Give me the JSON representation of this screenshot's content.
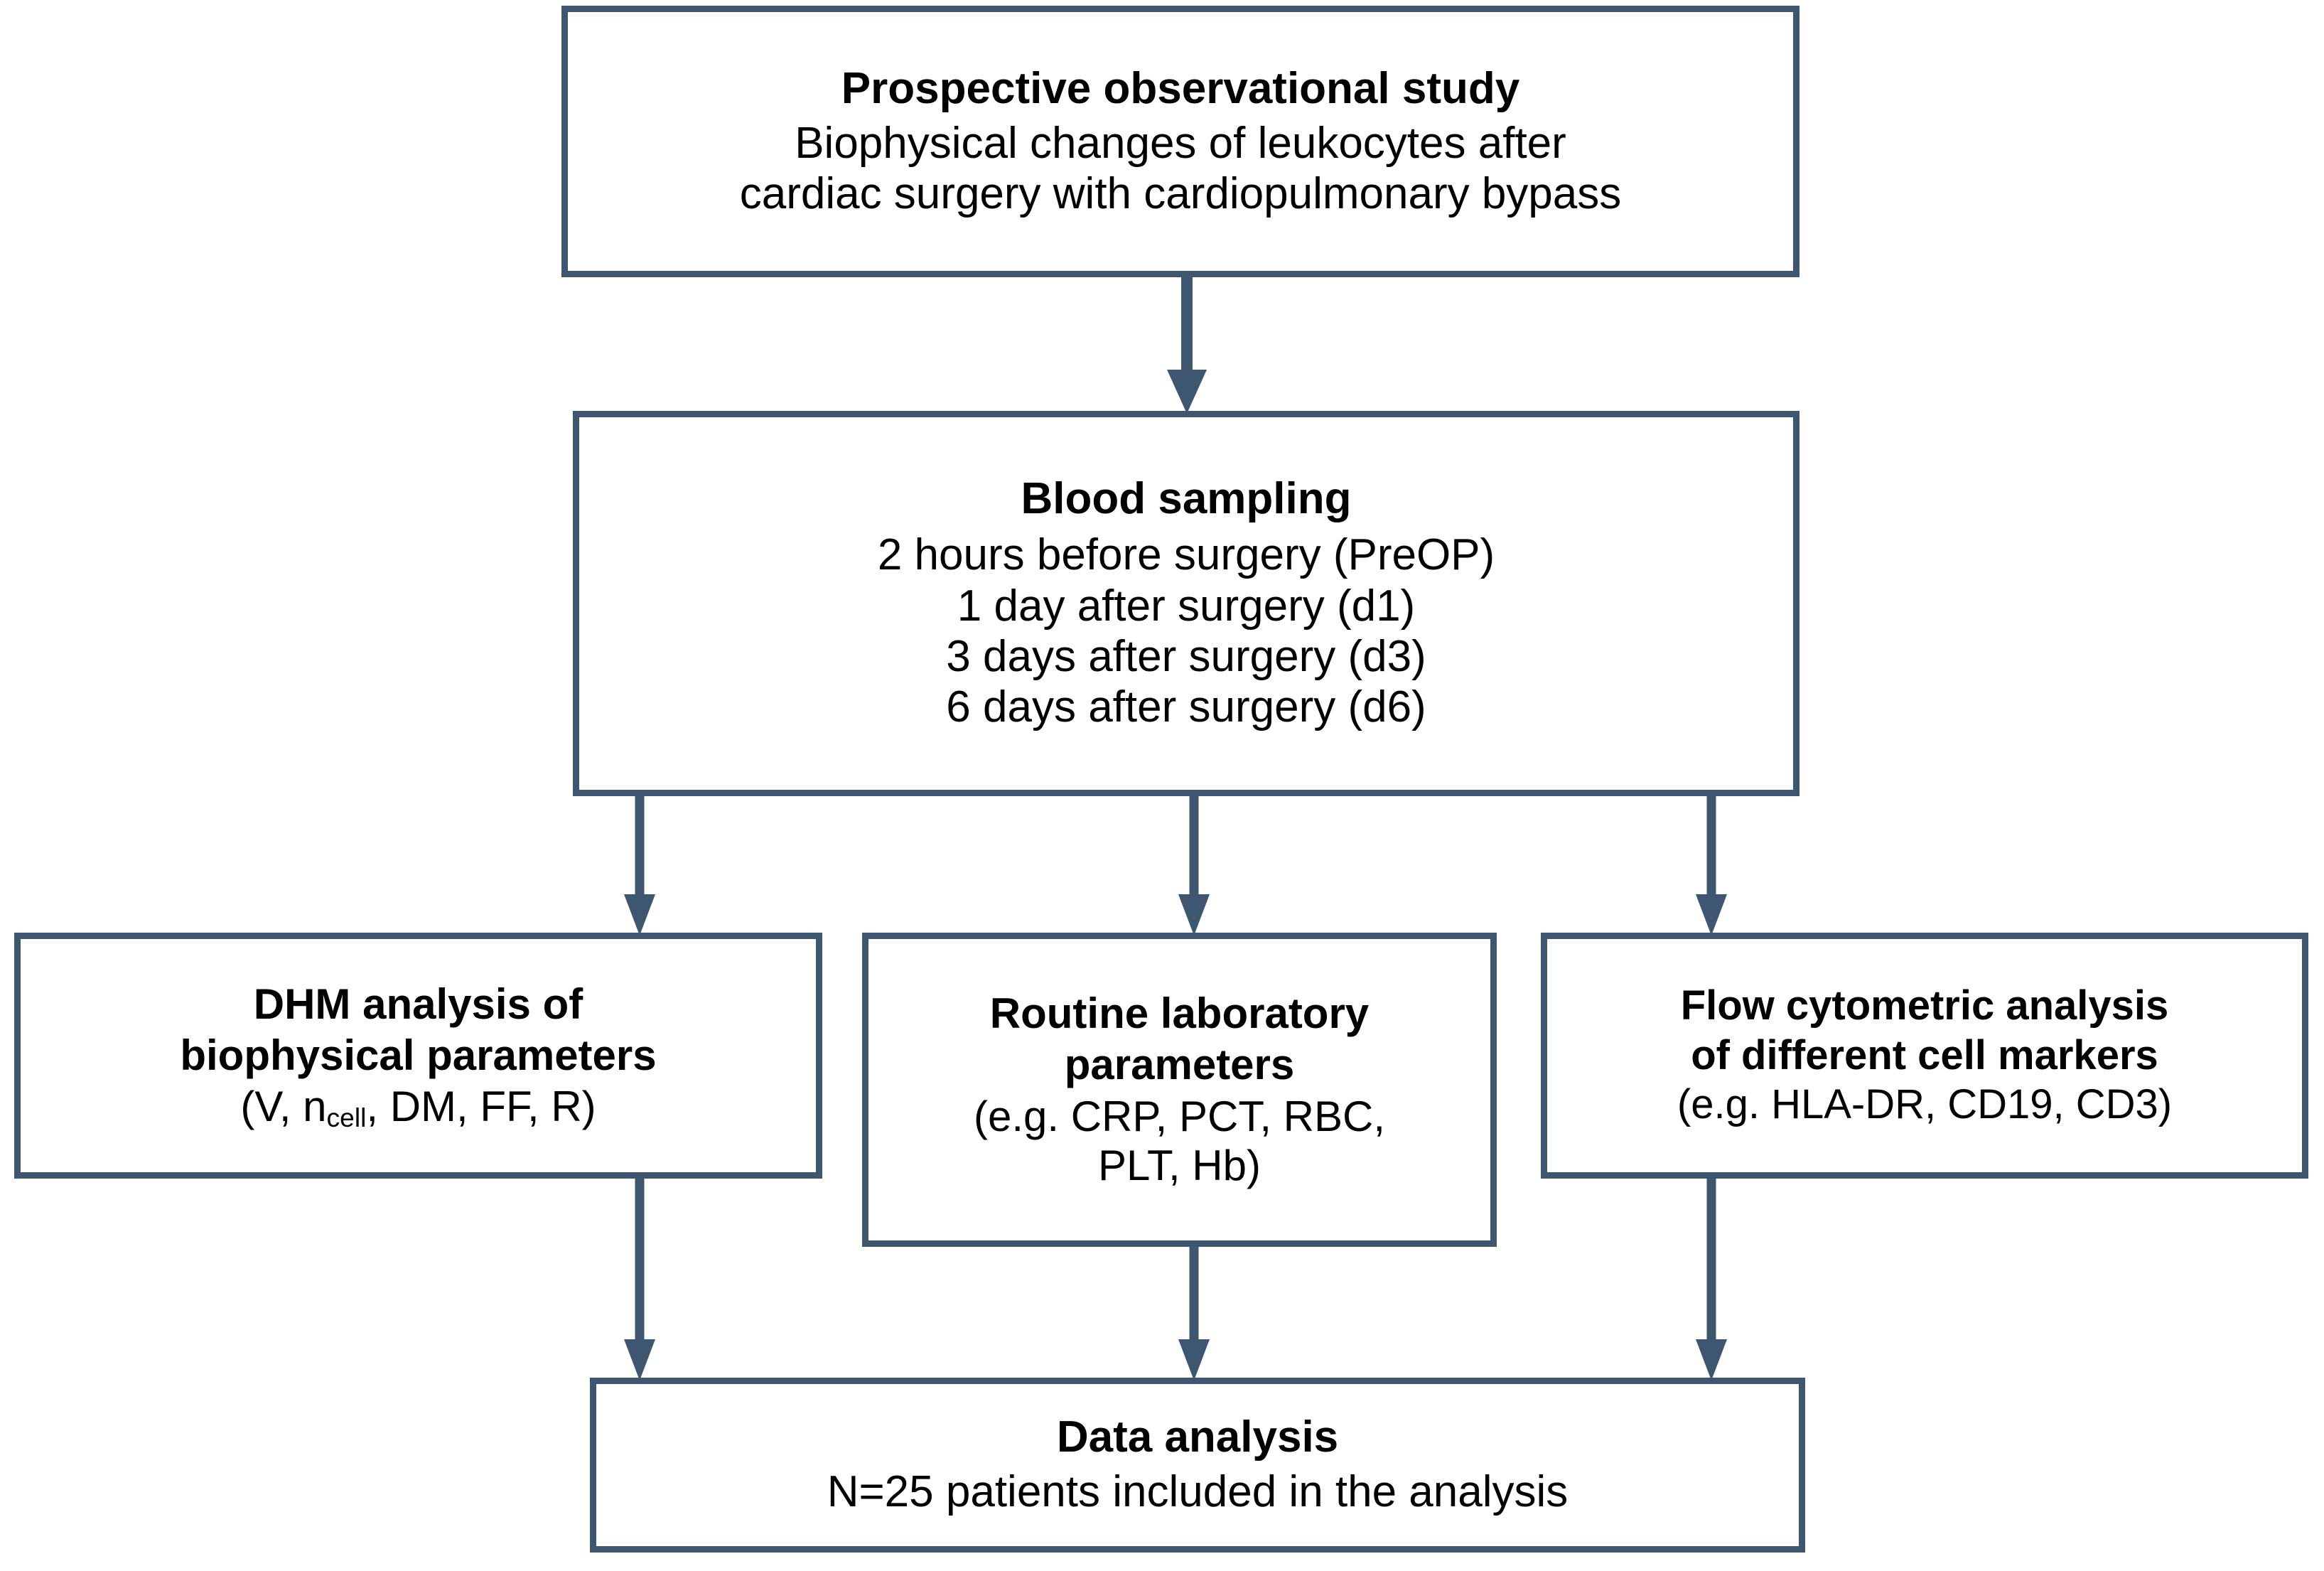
{
  "diagram": {
    "type": "flowchart",
    "accent_color": "#3E5670",
    "background_color": "#FFFFFF",
    "text_color": "#000000",
    "nodes": {
      "study": {
        "title": "Prospective observational study",
        "lines": [
          "Biophysical changes of leukocytes after",
          "cardiac surgery with cardiopulmonary bypass"
        ]
      },
      "sampling": {
        "title": "Blood sampling",
        "lines": [
          "2 hours before surgery (PreOP)",
          "1 day after surgery (d1)",
          "3 days after surgery (d3)",
          "6 days after surgery (d6)"
        ]
      },
      "dhm": {
        "title_lines": [
          "DHM analysis of",
          "biophysical parameters"
        ],
        "params_prefix": "(V, n",
        "params_subscript": "cell",
        "params_suffix": ", DM, FF, R)"
      },
      "lab": {
        "title_lines": [
          "Routine laboratory",
          "parameters"
        ],
        "lines": [
          "(e.g. CRP, PCT, RBC,",
          "PLT, Hb)"
        ]
      },
      "flow": {
        "title_lines": [
          "Flow cytometric analysis",
          "of different cell markers"
        ],
        "lines": [
          "(e.g. HLA-DR, CD19, CD3)"
        ]
      },
      "data": {
        "title": "Data analysis",
        "lines": [
          "N=25 patients included in the analysis"
        ]
      }
    },
    "edges": [
      {
        "from": "study",
        "to": "sampling"
      },
      {
        "from": "sampling",
        "to": "dhm"
      },
      {
        "from": "sampling",
        "to": "lab"
      },
      {
        "from": "sampling",
        "to": "flow"
      },
      {
        "from": "dhm",
        "to": "data"
      },
      {
        "from": "lab",
        "to": "data"
      },
      {
        "from": "flow",
        "to": "data"
      }
    ]
  }
}
